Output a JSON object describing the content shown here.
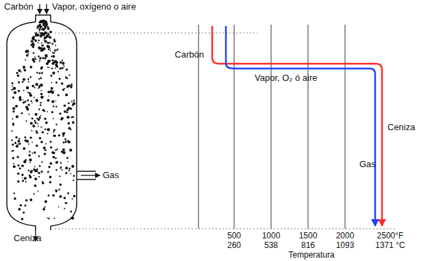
{
  "diagram": {
    "labels": [
      "Carbón",
      "Vapor, oxígeno o aire",
      "Gas",
      "Ceniza",
      "Carbón",
      "Vapor, O₂ ó aire",
      "Ceniza",
      "Gas",
      "500",
      "260",
      "1000",
      "538",
      "1500",
      "816",
      "2000",
      "1093",
      "2500°F",
      "1371 °C",
      "Temperatura"
    ]
  }
}
